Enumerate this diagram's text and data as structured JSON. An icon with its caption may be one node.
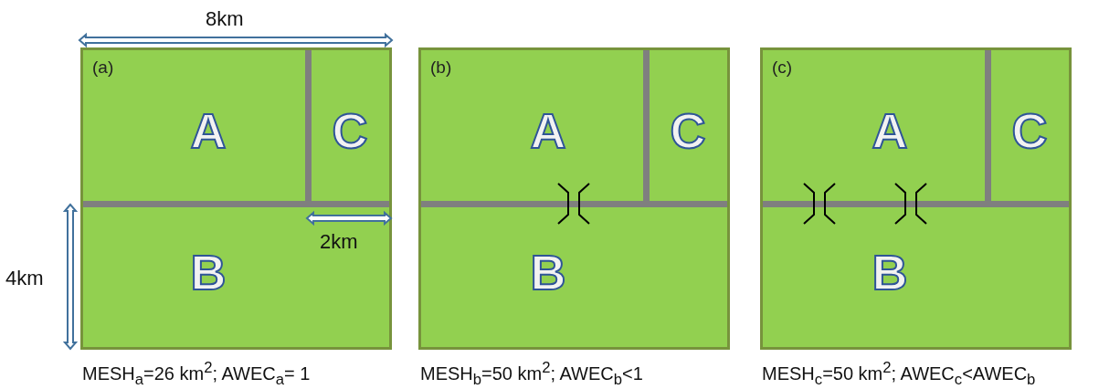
{
  "diagram": {
    "nodes": [
      {
        "text": [
          "(a)"
        ],
        "beside": [
          "MESH$_{a}$=26 km$^{2}$; AWEC$_{a}$= 1"
        ]
      },
      {
        "text": [
          "A"
        ],
        "in": 0
      },
      {
        "text": [
          "C"
        ],
        "in": 0
      },
      {
        "text": [
          "B"
        ],
        "in": 0
      },
      {
        "text": [
          "(b)"
        ],
        "beside": [
          "MESH$_{b}$=50 km$^{2}$; AWEC$_{b}$<1"
        ]
      },
      {
        "text": [
          "A"
        ],
        "in": 4
      },
      {
        "text": [
          "C"
        ],
        "in": 4
      },
      {
        "text": [
          "B"
        ],
        "in": 4
      },
      {
        "text": [
          "(c)"
        ],
        "beside": [
          "MESH$_{c}$=50 km$^{2}$; AWEC$_{c}$<AWEC$_{b}$"
        ]
      },
      {
        "text": [
          "A"
        ],
        "in": 8
      },
      {
        "text": [
          "C"
        ],
        "in": 8
      },
      {
        "text": [
          "B"
        ],
        "in": 8
      }
    ],
    "labels": [
      "8km",
      "4km",
      "2km"
    ]
  }
}
